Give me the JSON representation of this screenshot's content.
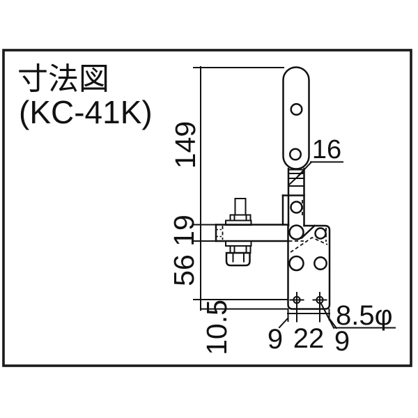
{
  "title": {
    "line1": "寸法図",
    "line2": "(KC-41K)"
  },
  "dimensions": {
    "overall_height": "149",
    "arm_thickness": "19",
    "body_height": "56",
    "base_flange": "10.5",
    "handle_bar_width": "16",
    "hole_edge_left": "9",
    "hole_pitch": "22",
    "hole_edge_right": "9",
    "mount_hole_diameter": "8.5φ"
  },
  "colors": {
    "line": "#111111",
    "background": "#ffffff"
  }
}
